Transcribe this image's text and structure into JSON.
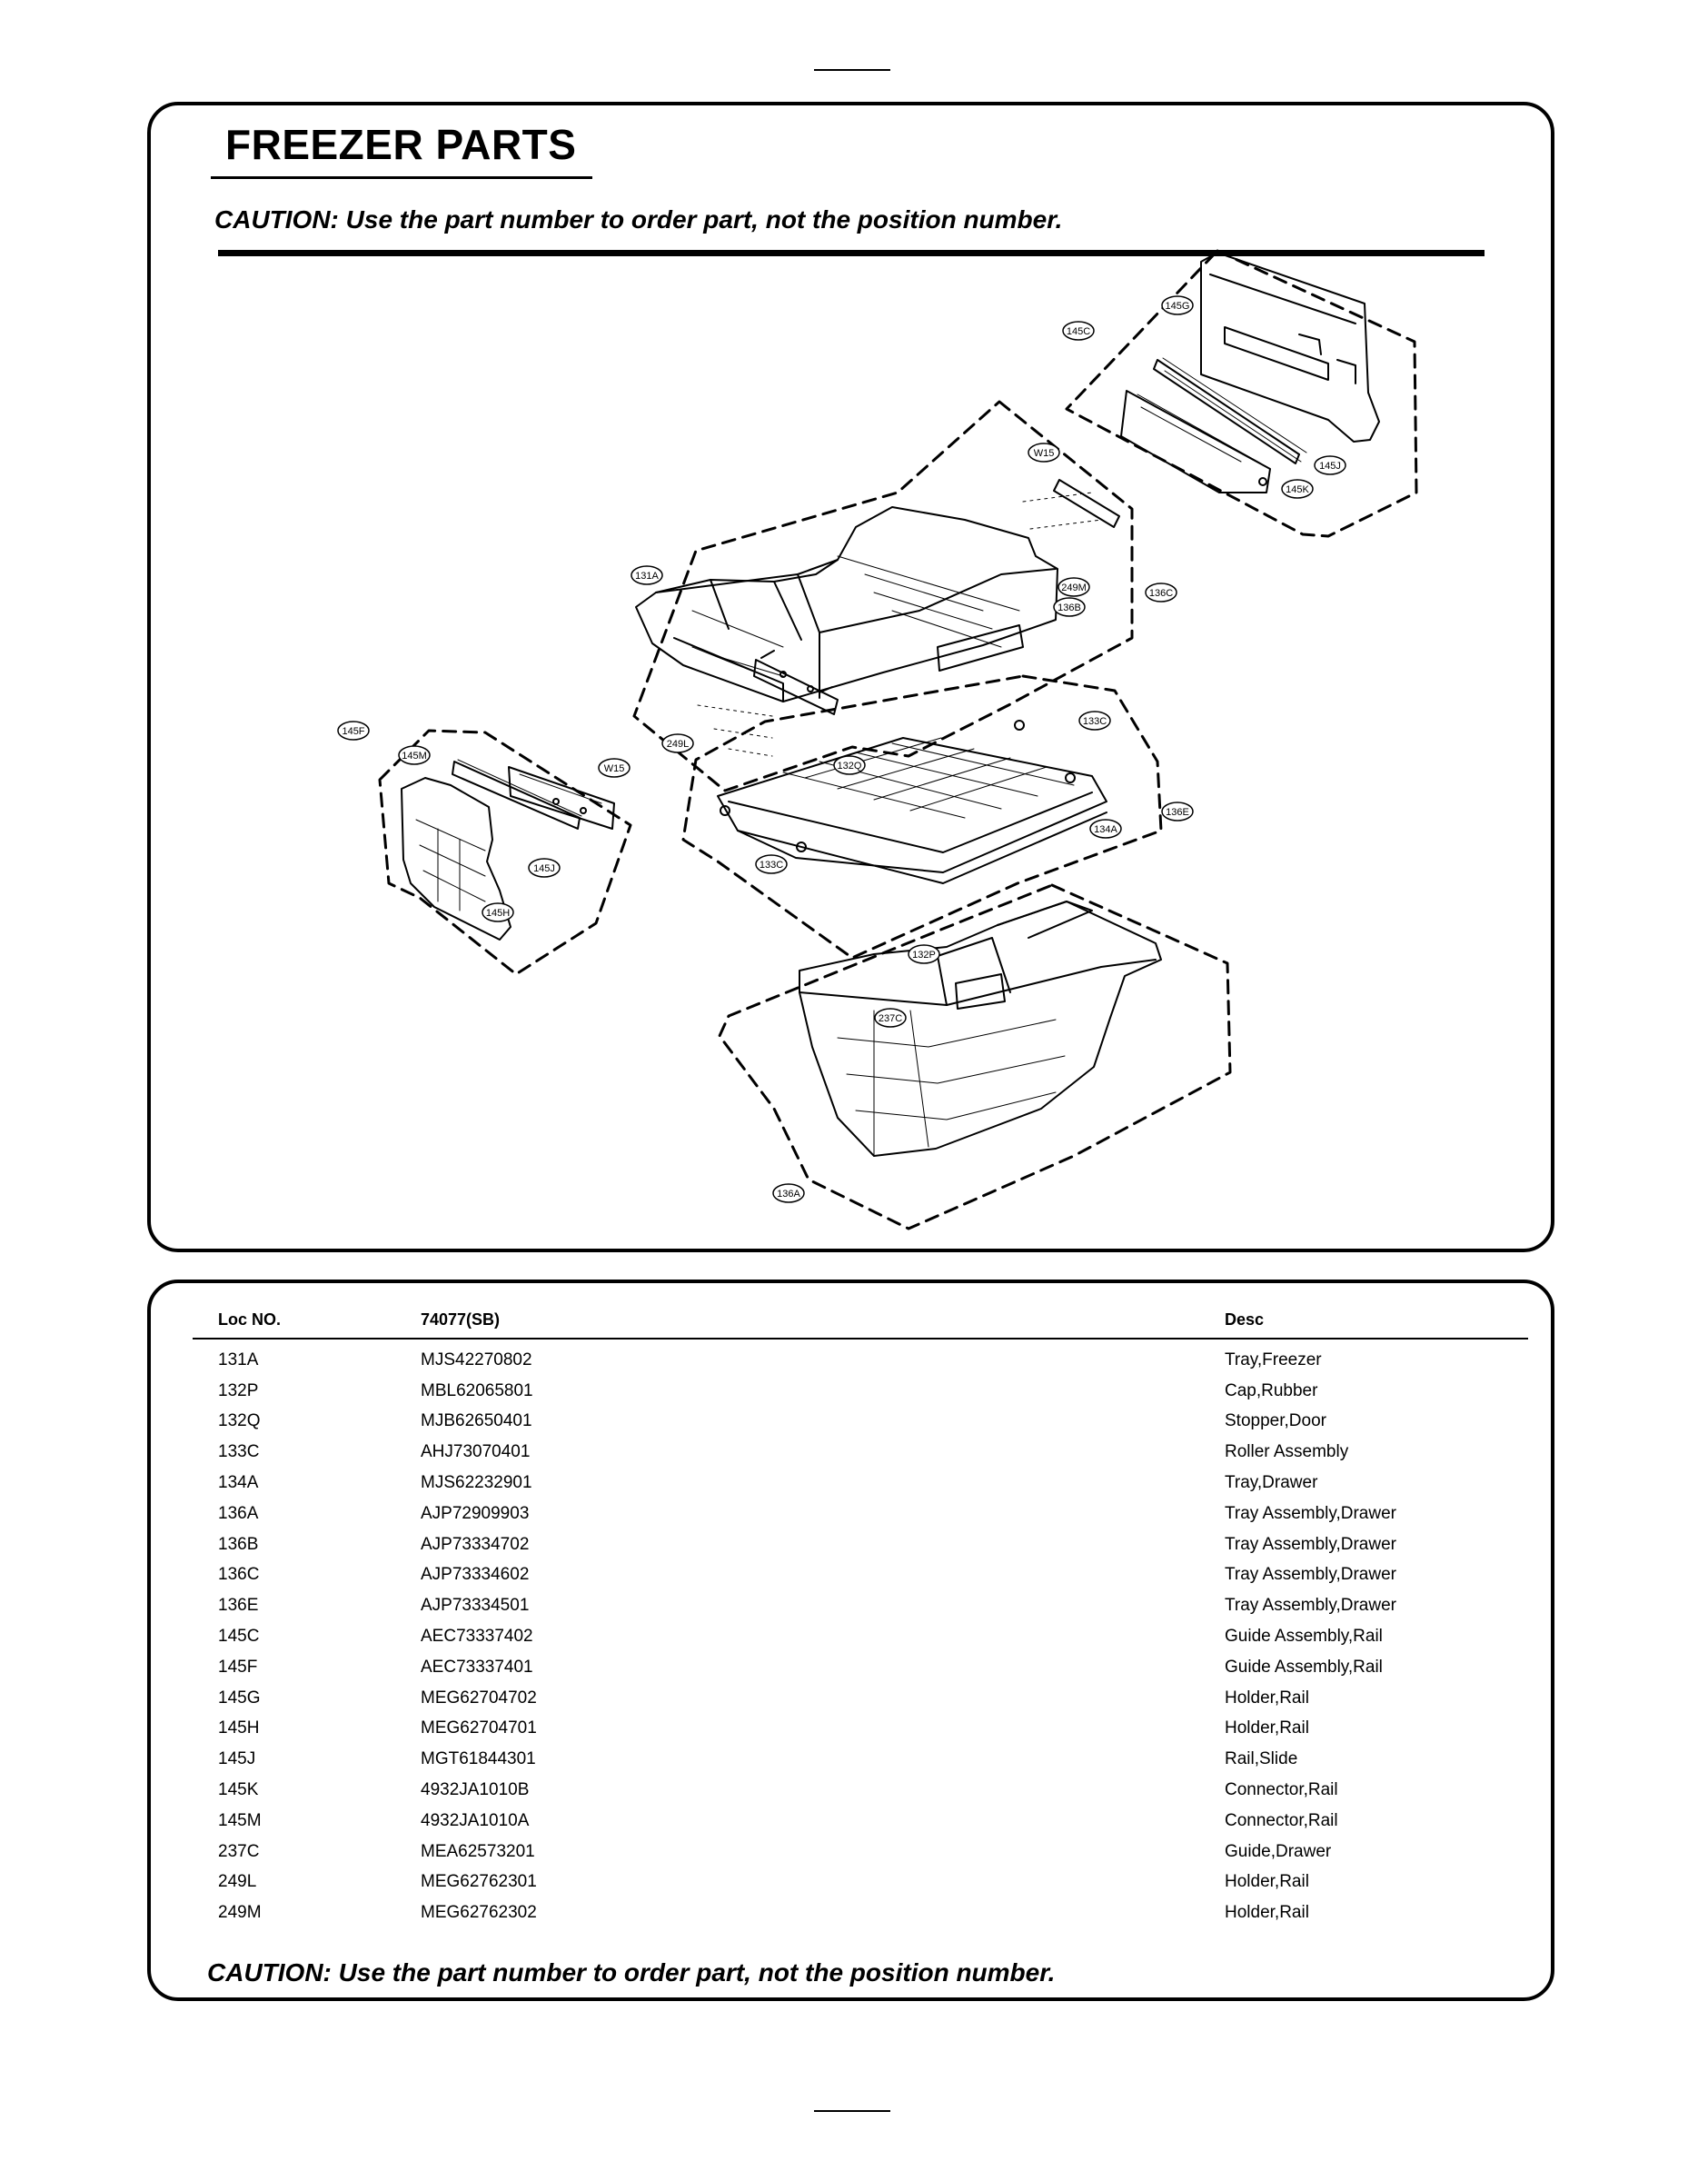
{
  "header": {
    "title": "FREEZER PARTS",
    "caution": "CAUTION: Use the part number to order part, not the position number."
  },
  "diagram": {
    "callouts": [
      "145G",
      "145C",
      "W15",
      "145J",
      "145K",
      "131A",
      "249M",
      "136C",
      "136B",
      "145F",
      "145M",
      "249L",
      "W15",
      "133C",
      "132Q",
      "136E",
      "134A",
      "133C",
      "145J",
      "145H",
      "132P",
      "237C",
      "136A"
    ]
  },
  "table": {
    "headers": {
      "loc": "Loc NO.",
      "part": "74077(SB)",
      "desc": "Desc"
    },
    "rows": [
      {
        "loc": "131A",
        "part": "MJS42270802",
        "desc": "Tray,Freezer"
      },
      {
        "loc": "132P",
        "part": "MBL62065801",
        "desc": "Cap,Rubber"
      },
      {
        "loc": "132Q",
        "part": "MJB62650401",
        "desc": "Stopper,Door"
      },
      {
        "loc": "133C",
        "part": "AHJ73070401",
        "desc": "Roller Assembly"
      },
      {
        "loc": "134A",
        "part": "MJS62232901",
        "desc": "Tray,Drawer"
      },
      {
        "loc": "136A",
        "part": "AJP72909903",
        "desc": "Tray Assembly,Drawer"
      },
      {
        "loc": "136B",
        "part": "AJP73334702",
        "desc": "Tray Assembly,Drawer"
      },
      {
        "loc": "136C",
        "part": "AJP73334602",
        "desc": "Tray Assembly,Drawer"
      },
      {
        "loc": "136E",
        "part": "AJP73334501",
        "desc": "Tray Assembly,Drawer"
      },
      {
        "loc": "145C",
        "part": "AEC73337402",
        "desc": "Guide Assembly,Rail"
      },
      {
        "loc": "145F",
        "part": "AEC73337401",
        "desc": "Guide Assembly,Rail"
      },
      {
        "loc": "145G",
        "part": "MEG62704702",
        "desc": "Holder,Rail"
      },
      {
        "loc": "145H",
        "part": "MEG62704701",
        "desc": "Holder,Rail"
      },
      {
        "loc": "145J",
        "part": "MGT61844301",
        "desc": "Rail,Slide"
      },
      {
        "loc": "145K",
        "part": "4932JA1010B",
        "desc": "Connector,Rail"
      },
      {
        "loc": "145M",
        "part": "4932JA1010A",
        "desc": "Connector,Rail"
      },
      {
        "loc": "237C",
        "part": "MEA62573201",
        "desc": "Guide,Drawer"
      },
      {
        "loc": "249L",
        "part": "MEG62762301",
        "desc": "Holder,Rail"
      },
      {
        "loc": "249M",
        "part": "MEG62762302",
        "desc": "Holder,Rail"
      }
    ]
  },
  "footer": {
    "caution": "CAUTION: Use the part number to order part, not the position number."
  }
}
